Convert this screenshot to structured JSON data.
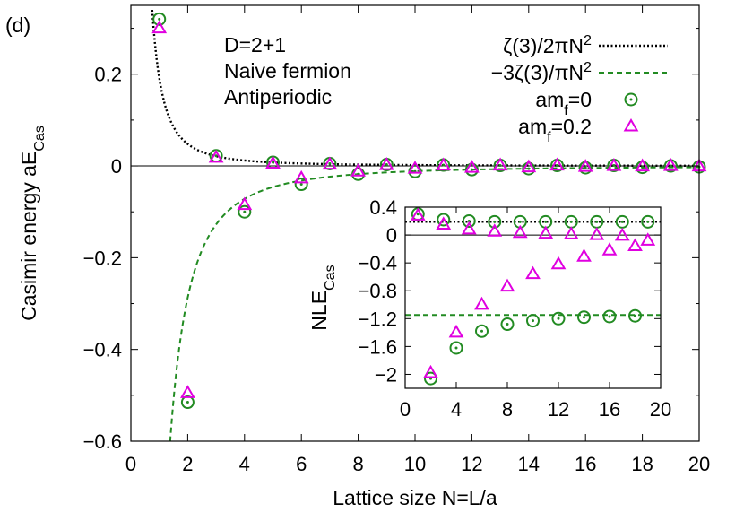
{
  "chart_data": [
    {
      "type": "scatter",
      "panel_label": "(d)",
      "xlabel": "Lattice size N=L/a",
      "ylabel": {
        "main": "Casimir energy aE",
        "sub": "Cas"
      },
      "xlim": [
        0,
        20
      ],
      "ylim": [
        -0.6,
        0.35
      ],
      "xticks": [
        "0",
        "2",
        "4",
        "6",
        "8",
        "10",
        "12",
        "14",
        "16",
        "18",
        "20"
      ],
      "yticks": [
        "−0.6",
        "−0.4",
        "−0.2",
        "0",
        "0.2"
      ],
      "annotations": [
        "D=2+1",
        "Naive fermion",
        "Antiperiodic"
      ],
      "legend_position": "top-right",
      "legend": [
        {
          "label": "ζ(3)/2πN",
          "sup": "2",
          "style": "dotted line",
          "color": "#000000"
        },
        {
          "label": "−3ζ(3)/πN",
          "sup": "2",
          "style": "dashed line",
          "color": "#228b22"
        },
        {
          "label": "am",
          "sub": "f",
          "tail": "=0",
          "style": "circle with dot",
          "color": "#228b22"
        },
        {
          "label": "am",
          "sub": "f",
          "tail": "=0.2",
          "style": "triangle",
          "color": "#e000e0"
        }
      ],
      "series": [
        {
          "name": "ζ(3)/2πN²",
          "kind": "curve",
          "formula": "1.2020569/(2*pi*N^2)",
          "x_range": [
            0.75,
            20
          ]
        },
        {
          "name": "−3ζ(3)/πN²",
          "kind": "curve",
          "formula": "-3*1.2020569/(pi*N^2)",
          "x_range": [
            1.3,
            20
          ]
        },
        {
          "name": "am_f=0",
          "kind": "points",
          "x": [
            1,
            2,
            3,
            4,
            5,
            6,
            7,
            8,
            9,
            10,
            11,
            12,
            13,
            14,
            15,
            16,
            17,
            18,
            19,
            20
          ],
          "y": [
            0.32,
            -0.515,
            0.022,
            -0.1,
            0.008,
            -0.04,
            0.005,
            -0.018,
            0.003,
            -0.012,
            0.002,
            -0.008,
            0.001,
            -0.006,
            0.001,
            -0.004,
            0.001,
            -0.003,
            0.0,
            -0.002
          ]
        },
        {
          "name": "am_f=0.2",
          "kind": "points",
          "x": [
            1,
            2,
            3,
            4,
            5,
            6,
            7,
            8,
            9,
            10,
            11,
            12,
            13,
            14,
            15,
            16,
            17,
            18,
            19,
            20
          ],
          "y": [
            0.3,
            -0.495,
            0.018,
            -0.085,
            0.005,
            -0.027,
            0.003,
            -0.012,
            0.002,
            -0.006,
            0.001,
            -0.004,
            0.001,
            -0.003,
            0.001,
            -0.002,
            0.0,
            -0.001,
            0.0,
            -0.001
          ]
        }
      ]
    },
    {
      "type": "scatter",
      "role": "inset",
      "ylabel": {
        "main": "NLE",
        "sub": "Cas"
      },
      "xlim": [
        0,
        20
      ],
      "ylim": [
        -2.2,
        0.4
      ],
      "xticks": [
        "0",
        "4",
        "8",
        "12",
        "16",
        "20"
      ],
      "yticks": [
        "0.4",
        "0",
        "−0.4",
        "−0.8",
        "−1.2",
        "−1.6",
        "−2"
      ],
      "series": [
        {
          "name": "ζ(3)/2πN² limit",
          "kind": "hline",
          "y": 0.191
        },
        {
          "name": "−3ζ(3)/πN² limit",
          "kind": "hline",
          "y": -1.148
        },
        {
          "name": "am_f=0",
          "kind": "points",
          "x": [
            1,
            2,
            3,
            4,
            5,
            6,
            7,
            8,
            9,
            10,
            11,
            12,
            13,
            14,
            15,
            16,
            17,
            18,
            19
          ],
          "y": [
            0.3,
            -2.06,
            0.22,
            -1.62,
            0.2,
            -1.38,
            0.19,
            -1.28,
            0.19,
            -1.23,
            0.19,
            -1.2,
            0.19,
            -1.18,
            0.19,
            -1.17,
            0.19,
            -1.16,
            0.19
          ]
        },
        {
          "name": "am_f=0.2",
          "kind": "points",
          "x": [
            1,
            2,
            3,
            4,
            5,
            6,
            7,
            8,
            9,
            10,
            11,
            12,
            13,
            14,
            15,
            16,
            17,
            18,
            19
          ],
          "y": [
            0.28,
            -1.98,
            0.15,
            -1.4,
            0.08,
            -1.0,
            0.05,
            -0.74,
            0.03,
            -0.56,
            0.02,
            -0.42,
            0.01,
            -0.31,
            0.0,
            -0.22,
            -0.01,
            -0.16,
            -0.08
          ]
        }
      ]
    }
  ]
}
